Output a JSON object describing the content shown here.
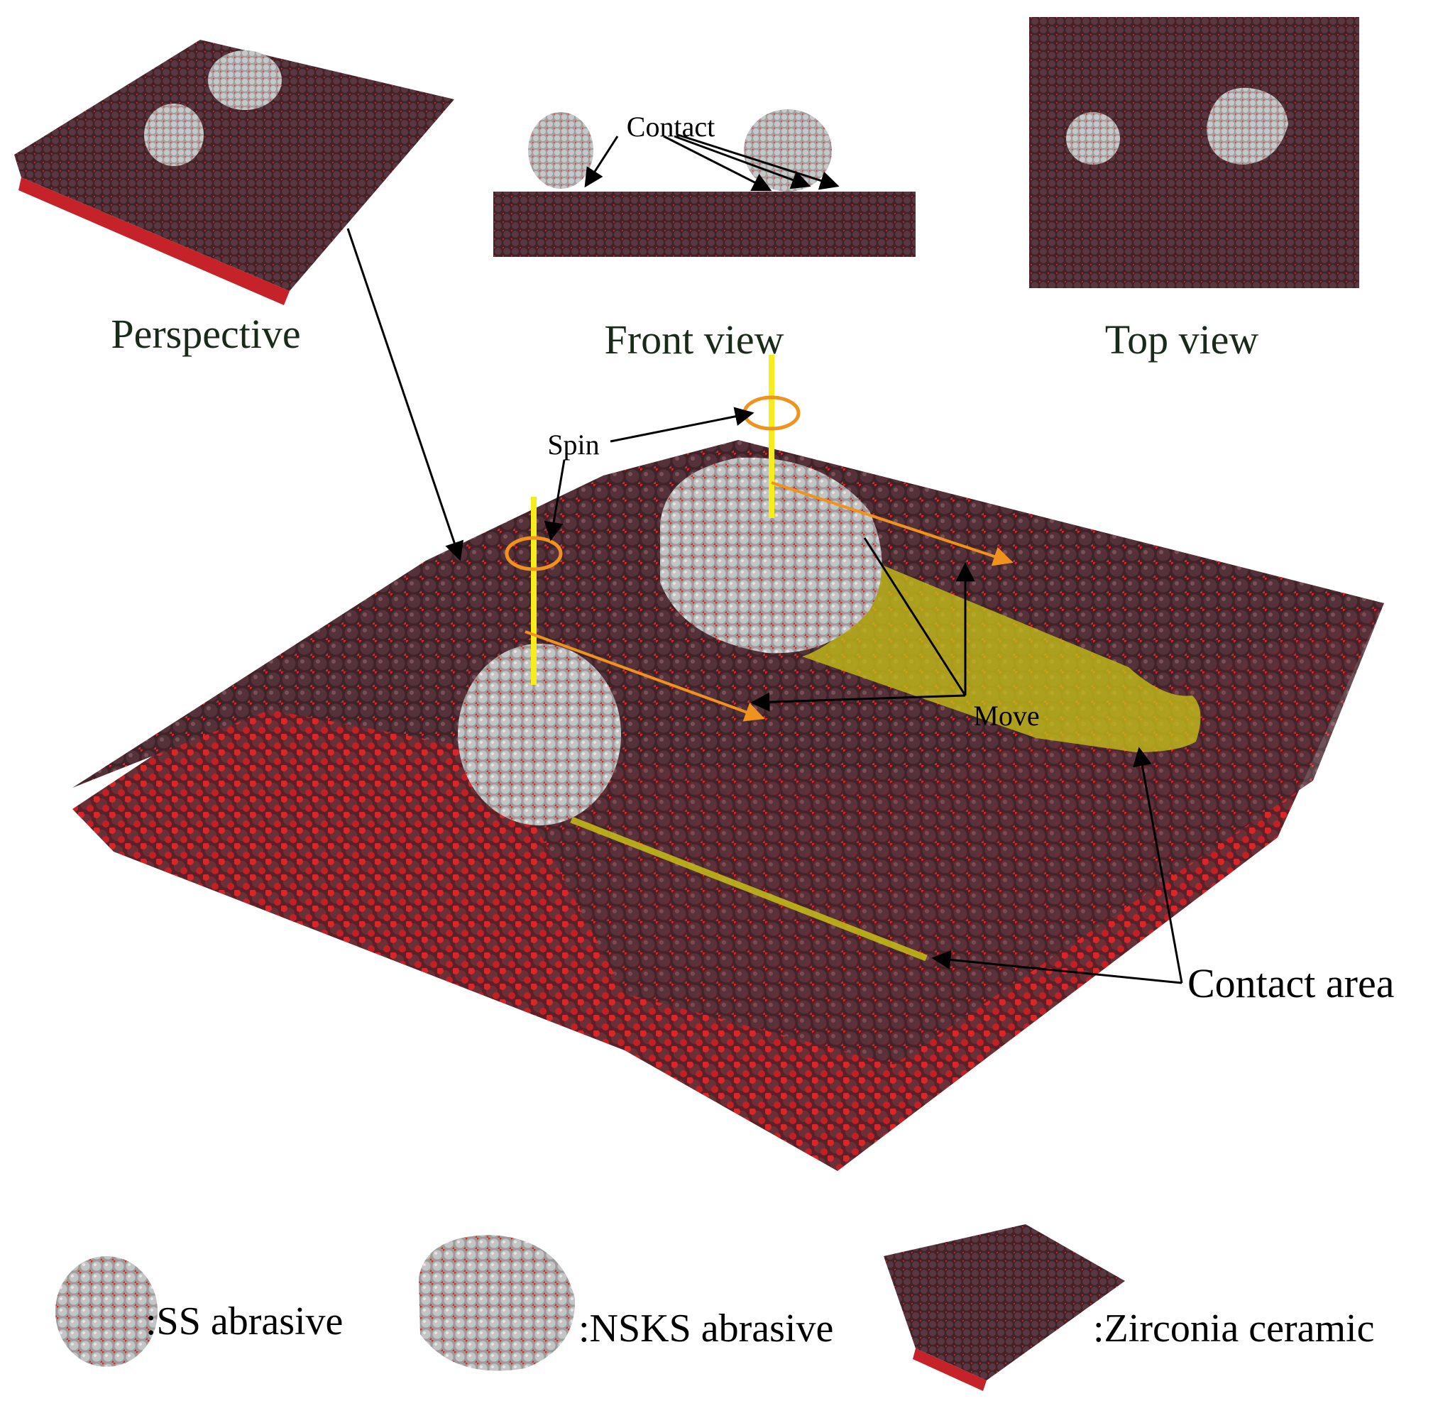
{
  "views": {
    "perspective_label": "Perspective",
    "front_label": "Front view",
    "top_label": "Top view"
  },
  "annotations": {
    "contact": "Contact",
    "spin": "Spin",
    "move": "Move",
    "contact_area": "Contact area"
  },
  "legend": {
    "ss": ":SS abrasive",
    "nsks": ":NSKS abrasive",
    "zirconia": ":Zirconia ceramic"
  },
  "colors": {
    "substrate": "#4a2a30",
    "oxygen": "#d8262b",
    "abrasive": "#b4b4b4",
    "axis": "#f5ee1a",
    "motion": "#f0921e",
    "contact_area": "#c8c018",
    "leader": "#000000"
  }
}
